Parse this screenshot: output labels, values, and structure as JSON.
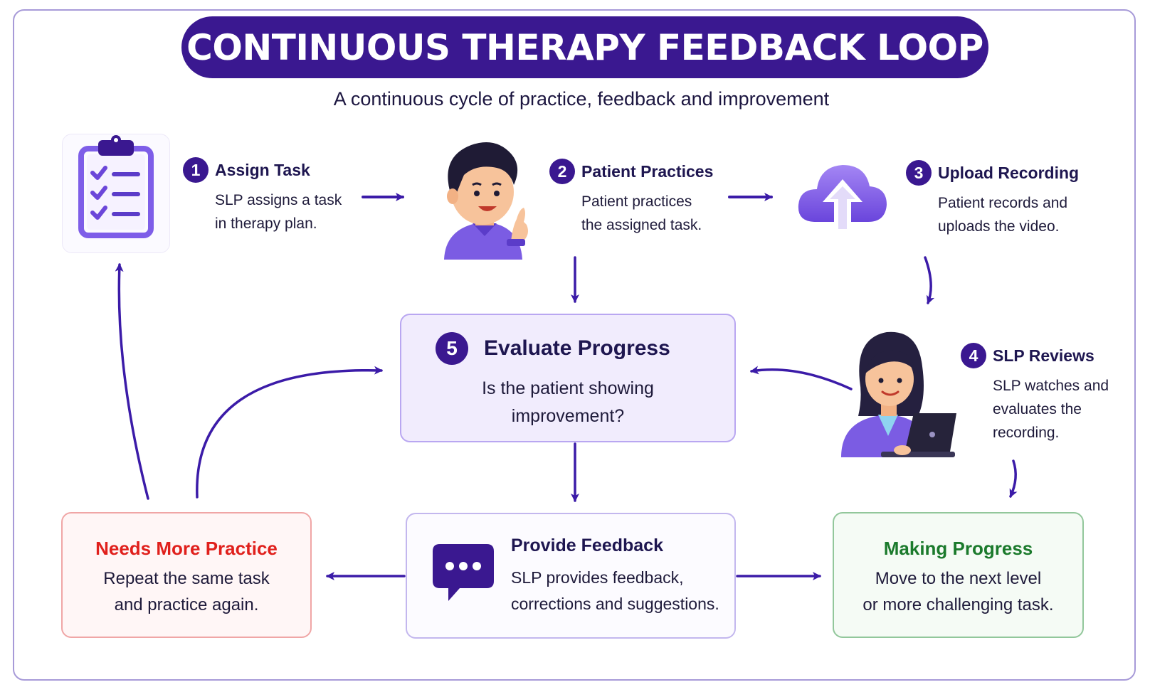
{
  "title": "CONTINUOUS THERAPY FEEDBACK LOOP",
  "subtitle": "A continuous cycle of practice, feedback and improvement",
  "steps": [
    {
      "num": "1",
      "title": "Assign Task",
      "desc": [
        "SLP assigns a task",
        "in therapy plan."
      ],
      "icon": "clipboard-checklist-icon"
    },
    {
      "num": "2",
      "title": "Patient Practices",
      "desc": [
        "Patient practices",
        "the assigned task."
      ],
      "icon": "patient-avatar"
    },
    {
      "num": "3",
      "title": "Upload Recording",
      "desc": [
        "Patient records and",
        "uploads the video."
      ],
      "icon": "cloud-upload-icon"
    },
    {
      "num": "4",
      "title": "SLP Reviews",
      "desc": [
        "SLP watches and",
        "evaluates the",
        "recording."
      ],
      "icon": "slp-laptop-avatar"
    },
    {
      "num": "5",
      "title": "Evaluate Progress",
      "desc": [
        "Is the patient showing",
        "improvement?"
      ]
    }
  ],
  "feedback": {
    "title": "Provide Feedback",
    "desc": [
      "SLP provides feedback,",
      "corrections and suggestions."
    ],
    "icon": "chat-bubble-icon"
  },
  "needs_more_practice": {
    "title": "Needs More Practice",
    "desc": [
      "Repeat the same task",
      "and practice again."
    ]
  },
  "making_progress": {
    "title": "Making Progress",
    "desc": [
      "Move to the next level",
      "or more challenging task."
    ]
  },
  "colors": {
    "primary": "#3a1890",
    "accent": "#7c5ce6",
    "arrow": "#3b1ba8",
    "needs_title": "#e0201c",
    "making_title": "#1b7a2c"
  }
}
